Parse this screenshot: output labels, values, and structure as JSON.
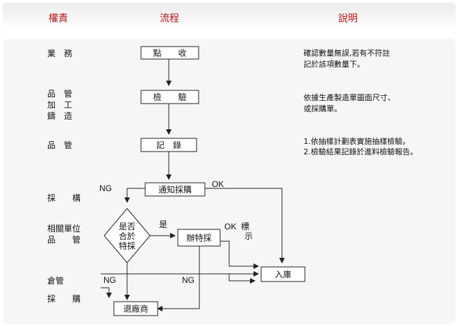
{
  "headers": {
    "responsibility": "權責",
    "process": "流程",
    "description": "說明"
  },
  "roles": {
    "business": "業　務",
    "qc_l1": "品　管",
    "qc_l2": "加　工",
    "qc_l3": "鑄　造",
    "qc2": "品　管",
    "purchase": "採　　構",
    "related_l1": "相關單位",
    "related_l2": "品　　管",
    "warehouse": "倉管",
    "purchase2": "採　　購"
  },
  "steps": {
    "count": "點　　收",
    "inspect": "檢　　驗",
    "record": "記　錄",
    "notify": "通知採購",
    "decision_l1": "是否",
    "decision_l2": "合於",
    "decision_l3": "特採",
    "special": "辦特採",
    "stock_in": "入庫",
    "return": "退廠商"
  },
  "flow_labels": {
    "ng_top": "NG",
    "ok_top": "OK",
    "yes": "是",
    "ok_mid": "OK",
    "mark_l1": "標",
    "mark_l2": "示",
    "ng_left": "NG",
    "ng_right": "NG"
  },
  "notes": {
    "count_l1": "確認數量無誤,若有不符註",
    "count_l2": "記於該項數量下。",
    "inspect_l1": "依據生產製造單圖面尺寸、",
    "inspect_l2": "或採購單。",
    "record_l1": "1.依抽樣計劃表實施抽樣檢驗。",
    "record_l2": "2.檢驗結果記錄於進料檢驗報告。"
  }
}
